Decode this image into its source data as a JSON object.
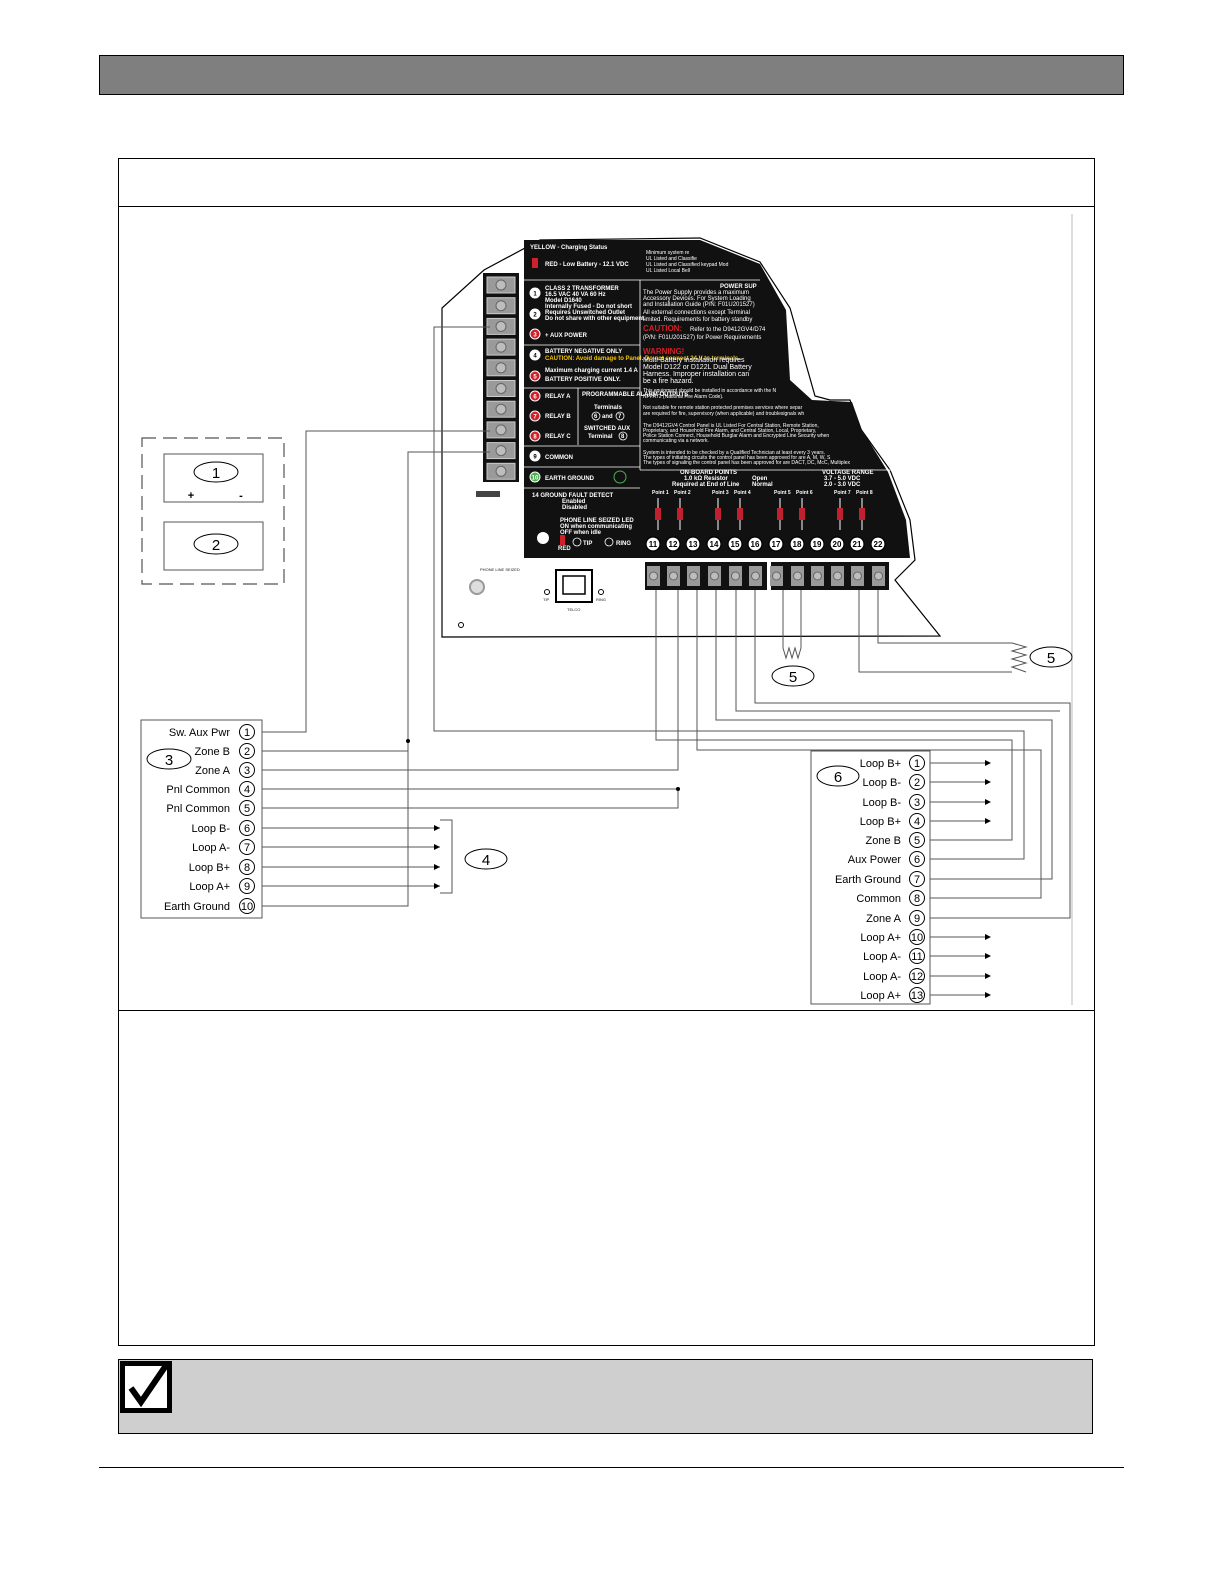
{
  "diagram": {
    "callouts": [
      "1",
      "2",
      "3",
      "4",
      "5",
      "5",
      "6"
    ],
    "left_block": {
      "polarity_plus": "+",
      "polarity_minus": "-",
      "terminals": [
        {
          "num": "1",
          "label": "Sw. Aux Pwr"
        },
        {
          "num": "2",
          "label": "Zone B"
        },
        {
          "num": "3",
          "label": "Zone A"
        },
        {
          "num": "4",
          "label": "Pnl Common"
        },
        {
          "num": "5",
          "label": "Pnl Common"
        },
        {
          "num": "6",
          "label": "Loop B-"
        },
        {
          "num": "7",
          "label": "Loop A-"
        },
        {
          "num": "8",
          "label": "Loop B+"
        },
        {
          "num": "9",
          "label": "Loop A+"
        },
        {
          "num": "10",
          "label": "Earth Ground"
        }
      ]
    },
    "right_block": {
      "terminals": [
        {
          "num": "1",
          "label": "Loop B+"
        },
        {
          "num": "2",
          "label": "Loop B-"
        },
        {
          "num": "3",
          "label": "Loop B-"
        },
        {
          "num": "4",
          "label": "Loop B+"
        },
        {
          "num": "5",
          "label": "Zone B"
        },
        {
          "num": "6",
          "label": "Aux Power"
        },
        {
          "num": "7",
          "label": "Earth Ground"
        },
        {
          "num": "8",
          "label": "Common"
        },
        {
          "num": "9",
          "label": "Zone A"
        },
        {
          "num": "10",
          "label": "Loop A+"
        },
        {
          "num": "11",
          "label": "Loop A-"
        },
        {
          "num": "12",
          "label": "Loop A-"
        },
        {
          "num": "13",
          "label": "Loop A+"
        }
      ]
    },
    "panel": {
      "status_yellow": "YELLOW - Charging Status",
      "status_red": "RED - Low Battery - 12.1 VDC",
      "transformer_lines": [
        "CLASS 2 TRANSFORMER",
        "16.5 VAC 40 VA 60 Hz",
        "Model D1640",
        "Internally Fused - Do not short",
        "Requires Unswitched Outlet",
        "Do not share with other equipment."
      ],
      "aux_power": "+ AUX POWER",
      "battery_negative": "BATTERY NEGATIVE ONLY",
      "caution_line": "CAUTION: Avoid damage to Panel. Do not connect 24 V to terminals.",
      "max_charging": "Maximum charging current 1.4 A",
      "battery_positive": "BATTERY POSITIVE ONLY.",
      "relay_a": "RELAY A",
      "relay_b": "RELAY B",
      "relay_c": "RELAY C",
      "programmable": "PROGRAMMABLE ALARM OUTPUTS",
      "terminals_word": "Terminals",
      "and_word": "and",
      "switched_aux": "SWITCHED AUX",
      "terminal_word": "Terminal",
      "common": "COMMON",
      "earth_ground": "EARTH GROUND",
      "ground_fault": "14 GROUND FAULT DETECT",
      "enabled": "Enabled",
      "disabled": "Disabled",
      "phone_led": "PHONE LINE SEIZED LED",
      "phone_led_on": "ON when communicating",
      "phone_led_off": "OFF when idle",
      "red_word": "RED",
      "tip": "TIP",
      "ring": "RING",
      "telco": "TELCO",
      "phone_line_seized": "PHONE LINE SEIZED",
      "power_supply": "POWER SUP",
      "ps_text": [
        "The Power Supply provides a maximum",
        "Accessory Devices. For System Loading",
        "and Installation Guide (P/N: F01U201527)",
        "All external connections except Terminal",
        "limited. Requirements for battery standby"
      ],
      "caution_word": "CAUTION:",
      "caution_ref": "Refer to the D9412GV4/D74",
      "pn_ref": "(P/N: F01U201527) for Power Requirements",
      "warning_word": "WARNING!",
      "warning_lines": [
        "Multi-Battery installation requires",
        "Model D122 or D122L Dual Battery",
        "Harness. Improper installation can",
        "be a fire hazard."
      ],
      "nfpa_lines": [
        "This equipment should be installed in accordance with the N",
        "NFPA72 (National Fire Alarm Code)."
      ],
      "remote_lines": [
        "Not suitable for remote station protected premises services where separ",
        "are required for fire, supervisory (when applicable) and troublesignals wh"
      ],
      "listing_lines": [
        "The D9412GV4 Control Panel is UL Listed For Central Station, Remote Station,",
        "Proprietary, and Household Fire Alarm, and Central Station, Local, Proprietary,",
        "Police Station Connect, Household Burglar Alarm and Encrypted Line Security when",
        "communicating via a network."
      ],
      "check_lines": [
        "System is intended to be checked by a Qualified Technician at least every 3 years.",
        "The types of initiating circuits the control panel has been approved for are A, M, W, S",
        "The types of signaling the control panel has been approved for are DACT, DC, McC, Multiplex"
      ],
      "onboard_points": "ON-BOARD POINTS",
      "resistor": "1.0 kΩ Resistor",
      "required": "Required at End of Line",
      "open_word": "Open",
      "normal_word": "Normal",
      "voltage_ranges": "VOLTAGE RANGE",
      "v1": "3.7 - 5.0 VDC",
      "v2": "2.0 - 3.0 VDC",
      "point_labels": [
        "Point 1",
        "Point 2",
        "Point 3",
        "Point 4",
        "Point 5",
        "Point 6",
        "Point 7",
        "Point 8"
      ],
      "terminal_numbers": [
        "11",
        "12",
        "13",
        "14",
        "15",
        "16",
        "17",
        "18",
        "19",
        "20",
        "21",
        "22"
      ],
      "left_circle_numbers": [
        "1",
        "2",
        "3",
        "4",
        "5",
        "6",
        "7",
        "8",
        "9",
        "10"
      ],
      "prog_terminal_6": "6",
      "prog_terminal_7": "7",
      "switched_terminal_8": "8",
      "min_system_lines": [
        "Minimum system re",
        "UL Listed and Classifie",
        "UL Listed and Classified keypad Mod",
        "UL Listed Local Bell"
      ]
    }
  },
  "colors": {
    "header_bar": "#7f7f7f",
    "note_bg": "#cfcfcf",
    "panel_black": "#111111",
    "relay_red": "#d0202a"
  }
}
